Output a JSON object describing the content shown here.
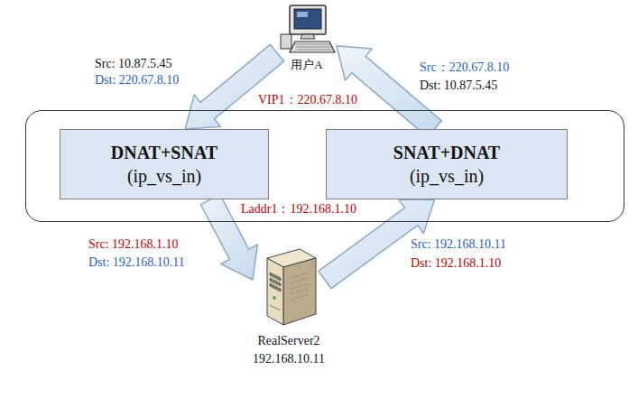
{
  "diagram": {
    "nodes": [
      {
        "text": [
          "用户A"
        ]
      },
      {
        "text": [
          "VIP1：220.67.8.10",
          "Laddr1：192.168.1.10"
        ]
      },
      {
        "text": [
          "DNAT+SNAT",
          "(ip_vs_in)"
        ],
        "in": 1
      },
      {
        "text": [
          "SNAT+DNAT",
          "(ip_vs_in)"
        ],
        "in": 1
      },
      {
        "text": [
          "RealServer2",
          "192.168.10.11"
        ]
      }
    ],
    "edges": [
      {
        "from": 0,
        "to": 2,
        "arrow": "to"
      },
      {
        "from": 2,
        "to": 4,
        "arrow": "to"
      },
      {
        "from": 4,
        "to": 3,
        "arrow": "to"
      },
      {
        "from": 3,
        "to": 0,
        "arrow": "to"
      }
    ],
    "labels": [
      "Src: 10.87.5.45",
      "Dst: 220.67.8.10",
      "Src：220.67.8.10",
      "Dst: 10.87.5.45",
      "Src: 192.168.1.10",
      "Dst: 192.168.10.11",
      "Src: 192.168.10.11",
      "Dst: 192.168.1.10"
    ]
  }
}
